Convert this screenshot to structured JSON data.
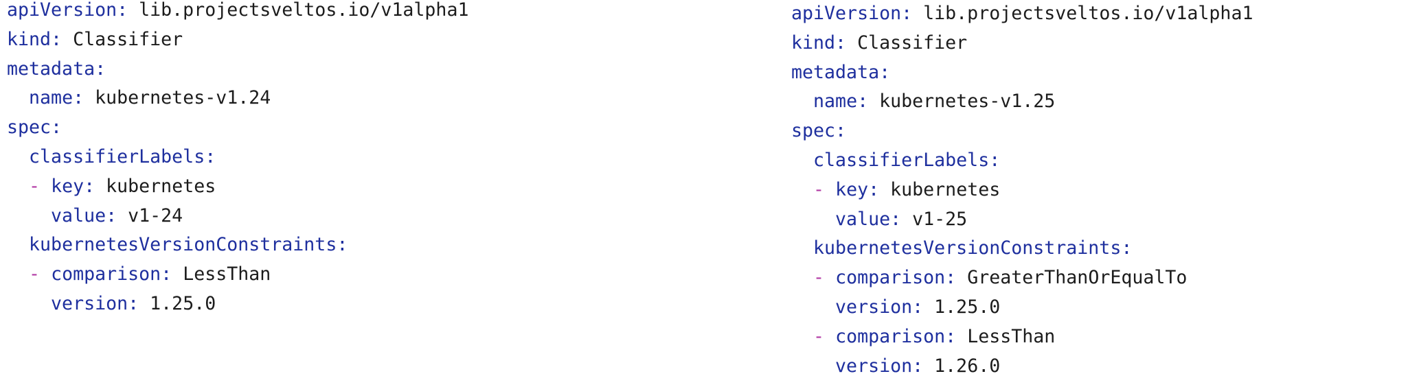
{
  "page": {
    "background": "#ffffff"
  },
  "syntax_colors": {
    "key": "#1e2f9e",
    "value": "#1c1c1c",
    "dash": "#b23aa4"
  },
  "panels": [
    {
      "id": "left",
      "lines": [
        {
          "indent": 0,
          "dash": false,
          "key": "apiVersion:",
          "value": "lib.projectsveltos.io/v1alpha1"
        },
        {
          "indent": 0,
          "dash": false,
          "key": "kind:",
          "value": "Classifier"
        },
        {
          "indent": 0,
          "dash": false,
          "key": "metadata:",
          "value": ""
        },
        {
          "indent": 2,
          "dash": false,
          "key": "name:",
          "value": "kubernetes-v1.24"
        },
        {
          "indent": 0,
          "dash": false,
          "key": "spec:",
          "value": ""
        },
        {
          "indent": 2,
          "dash": false,
          "key": "classifierLabels:",
          "value": ""
        },
        {
          "indent": 2,
          "dash": true,
          "key": "key:",
          "value": "kubernetes"
        },
        {
          "indent": 4,
          "dash": false,
          "key": "value:",
          "value": "v1-24"
        },
        {
          "indent": 2,
          "dash": false,
          "key": "kubernetesVersionConstraints:",
          "value": ""
        },
        {
          "indent": 2,
          "dash": true,
          "key": "comparison:",
          "value": "LessThan"
        },
        {
          "indent": 4,
          "dash": false,
          "key": "version:",
          "value": "1.25.0"
        }
      ]
    },
    {
      "id": "right",
      "lines": [
        {
          "indent": 0,
          "dash": false,
          "key": "apiVersion:",
          "value": "lib.projectsveltos.io/v1alpha1"
        },
        {
          "indent": 0,
          "dash": false,
          "key": "kind:",
          "value": "Classifier"
        },
        {
          "indent": 0,
          "dash": false,
          "key": "metadata:",
          "value": ""
        },
        {
          "indent": 2,
          "dash": false,
          "key": "name:",
          "value": "kubernetes-v1.25"
        },
        {
          "indent": 0,
          "dash": false,
          "key": "spec:",
          "value": ""
        },
        {
          "indent": 2,
          "dash": false,
          "key": "classifierLabels:",
          "value": ""
        },
        {
          "indent": 2,
          "dash": true,
          "key": "key:",
          "value": "kubernetes"
        },
        {
          "indent": 4,
          "dash": false,
          "key": "value:",
          "value": "v1-25"
        },
        {
          "indent": 2,
          "dash": false,
          "key": "kubernetesVersionConstraints:",
          "value": ""
        },
        {
          "indent": 2,
          "dash": true,
          "key": "comparison:",
          "value": "GreaterThanOrEqualTo"
        },
        {
          "indent": 4,
          "dash": false,
          "key": "version:",
          "value": "1.25.0"
        },
        {
          "indent": 2,
          "dash": true,
          "key": "comparison:",
          "value": "LessThan"
        },
        {
          "indent": 4,
          "dash": false,
          "key": "version:",
          "value": "1.26.0"
        }
      ]
    }
  ]
}
